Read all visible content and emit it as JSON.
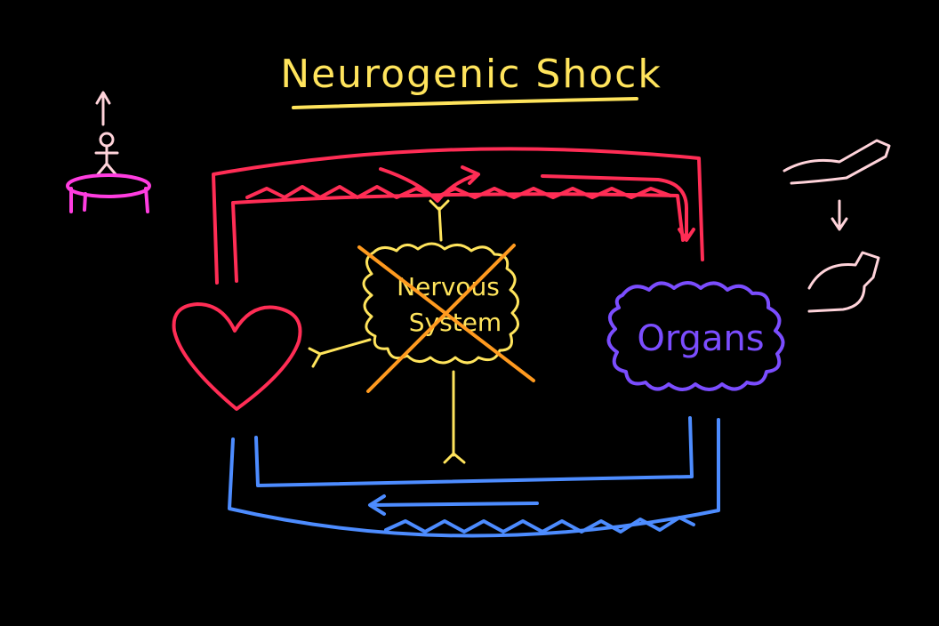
{
  "title": "Neurogenic Shock",
  "nervous_system": {
    "line1": "Nervous",
    "line2": "System"
  },
  "organs_label": "Organs",
  "colors": {
    "background": "#000000",
    "title": "#ffe45c",
    "arteries": "#ff2d55",
    "veins": "#4d8cff",
    "nervous": "#ffe45c",
    "cross": "#ff9a1f",
    "heart": "#ff2d55",
    "organs": "#7b4dff",
    "trampoline": "#ff3de0",
    "arm": "#ffd3da"
  },
  "icons": [
    "heart-icon",
    "trampoline-person-icon",
    "arm-flex-icon",
    "cross-out-icon"
  ]
}
